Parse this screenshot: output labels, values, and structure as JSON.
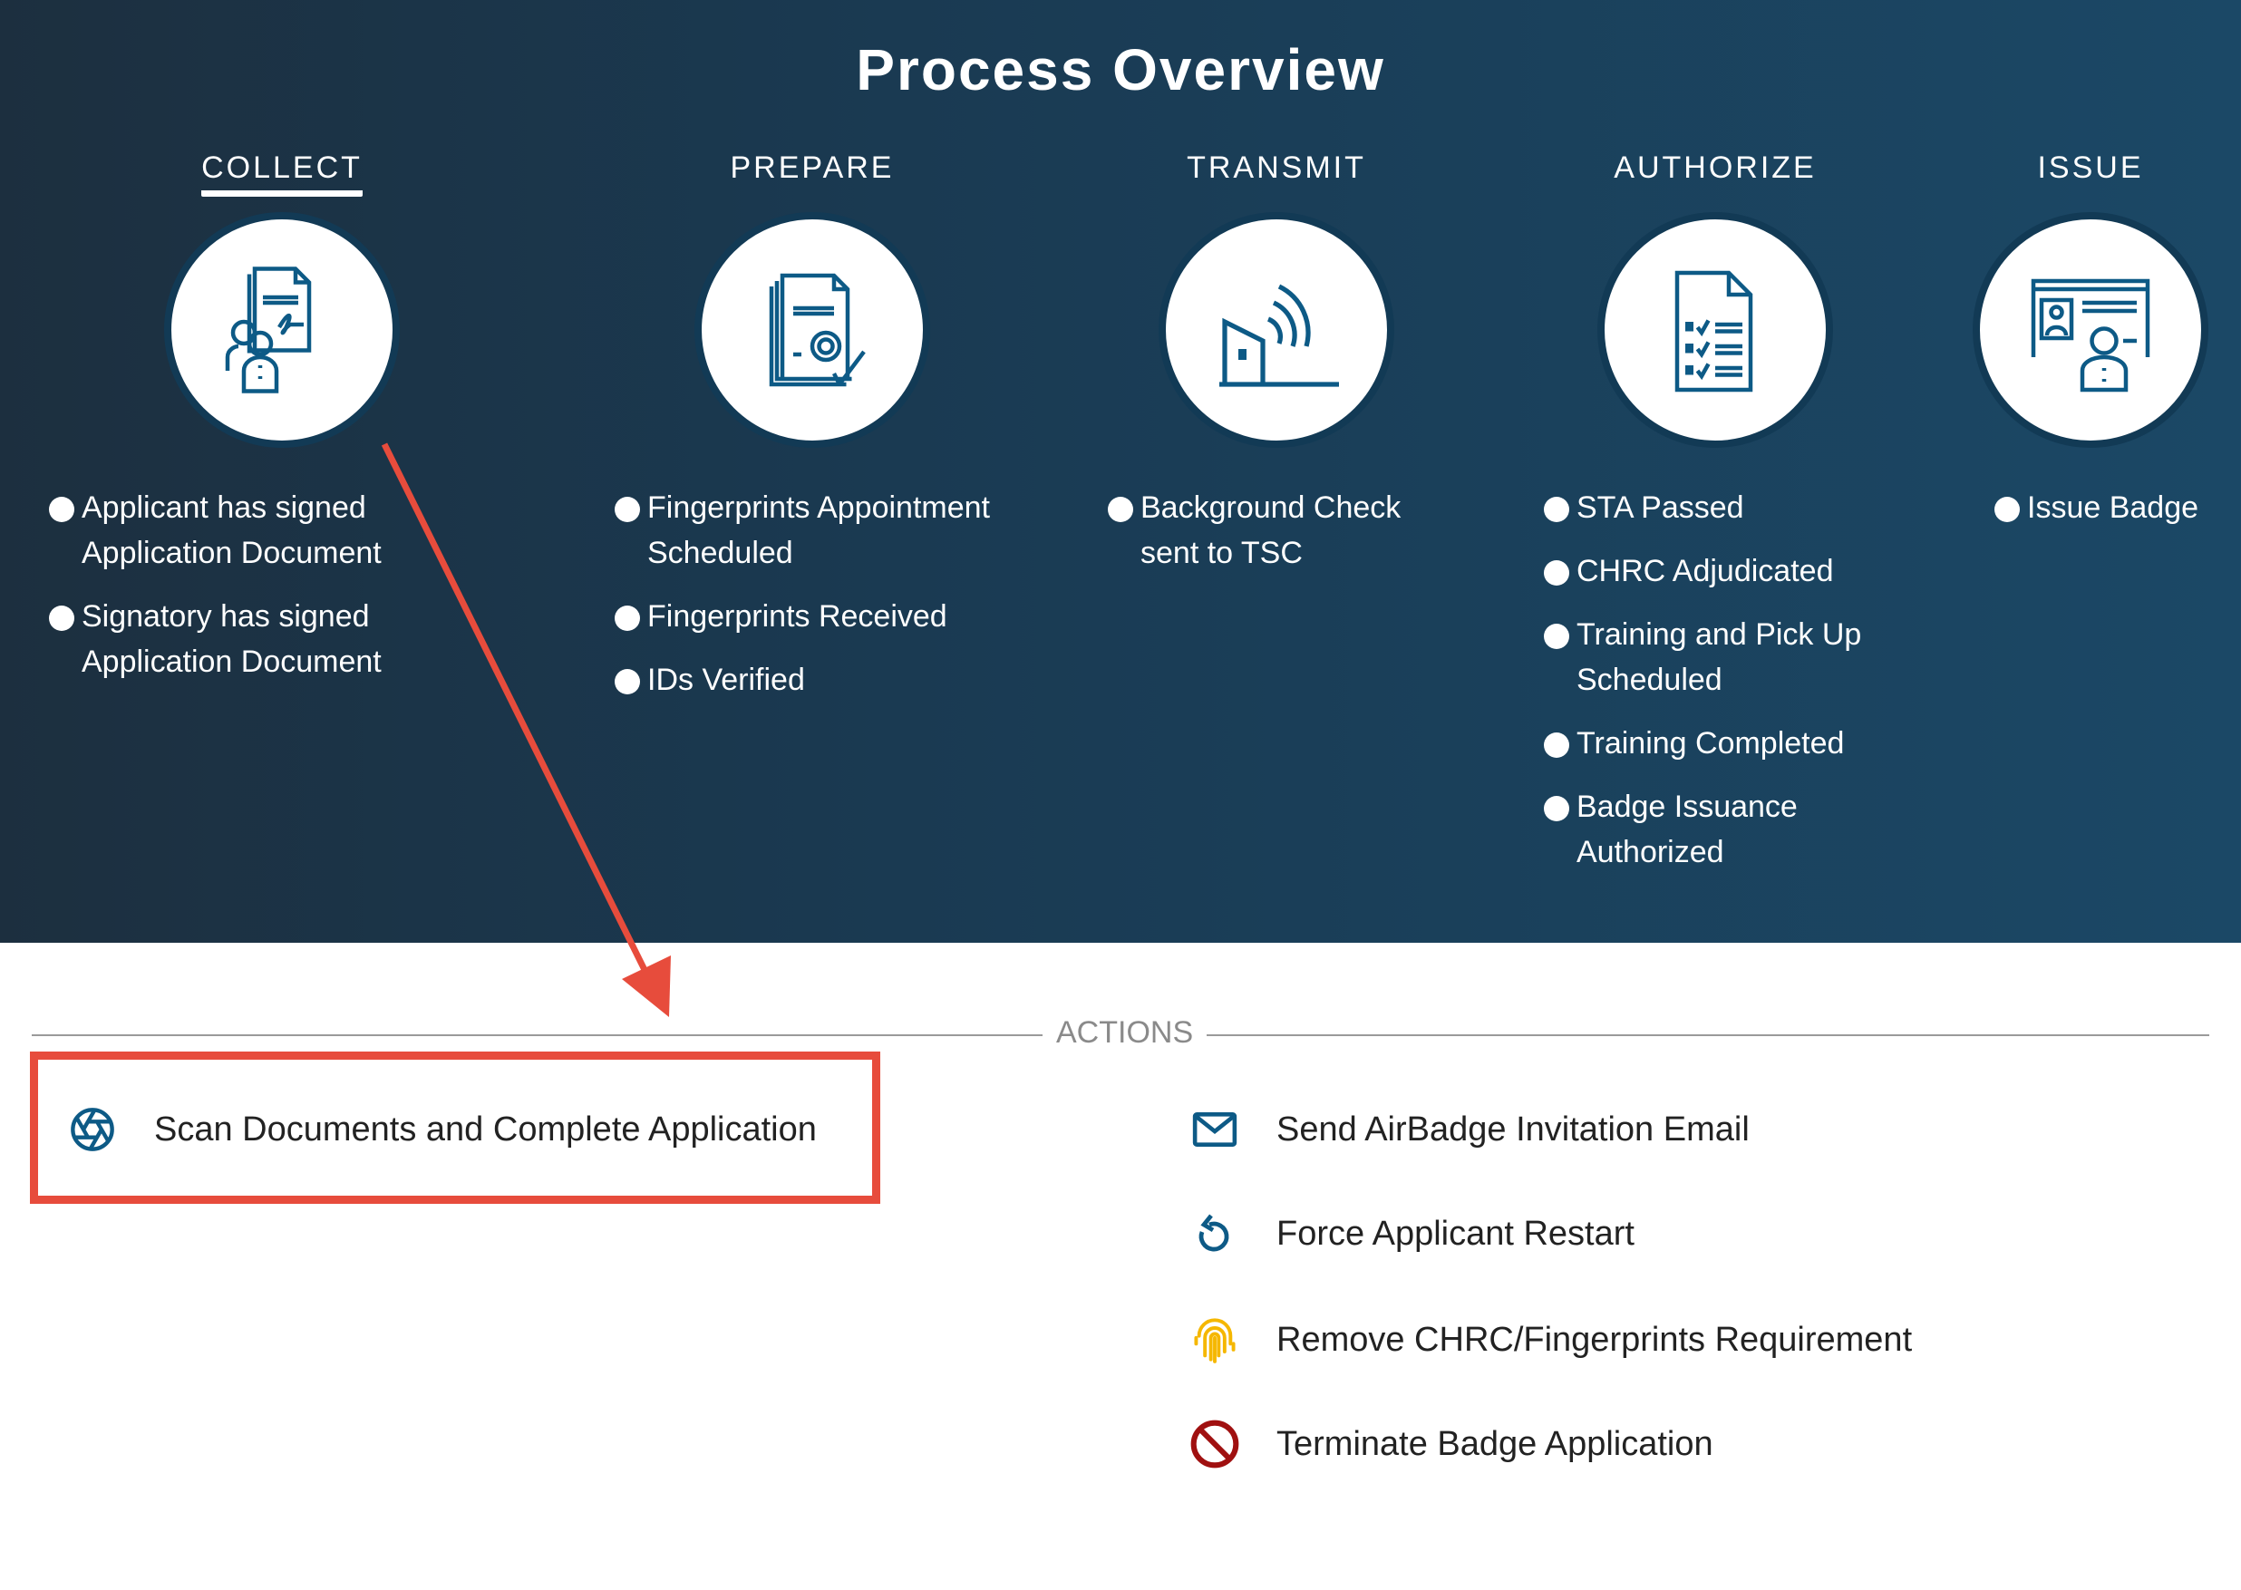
{
  "title": "Process Overview",
  "stages": [
    {
      "label": "COLLECT",
      "active": true,
      "icon": "signed-document-people-icon",
      "items": [
        "Applicant has signed Application Document",
        "Signatory has signed Application Document"
      ]
    },
    {
      "label": "PREPARE",
      "active": false,
      "icon": "fingerprint-document-icon",
      "items": [
        "Fingerprints Appointment Scheduled",
        "Fingerprints Received",
        "IDs Verified"
      ]
    },
    {
      "label": "TRANSMIT",
      "active": false,
      "icon": "transmit-signal-icon",
      "items": [
        "Background Check sent to TSC"
      ]
    },
    {
      "label": "AUTHORIZE",
      "active": false,
      "icon": "checklist-document-icon",
      "items": [
        "STA Passed",
        "CHRC Adjudicated",
        "Training and Pick Up Scheduled",
        "Training Completed",
        "Badge Issuance Authorized"
      ]
    },
    {
      "label": "ISSUE",
      "active": false,
      "icon": "badge-person-icon",
      "items": [
        "Issue Badge"
      ]
    }
  ],
  "actions": {
    "heading": "ACTIONS",
    "scan": {
      "label": "Scan Documents and Complete Application",
      "icon": "camera-shutter-icon"
    },
    "items": [
      {
        "label": "Send AirBadge Invitation Email",
        "icon": "envelope-icon",
        "color": "#0d5a86"
      },
      {
        "label": "Force Applicant Restart",
        "icon": "restart-icon",
        "color": "#0d5a86"
      },
      {
        "label": "Remove CHRC/Fingerprints Requirement",
        "icon": "fingerprint-icon",
        "color": "#f5b700"
      },
      {
        "label": "Terminate Badge Application",
        "icon": "prohibited-icon",
        "color": "#a01010"
      }
    ]
  },
  "colors": {
    "icon": "#0d5a86",
    "highlight": "#e74c3c"
  }
}
